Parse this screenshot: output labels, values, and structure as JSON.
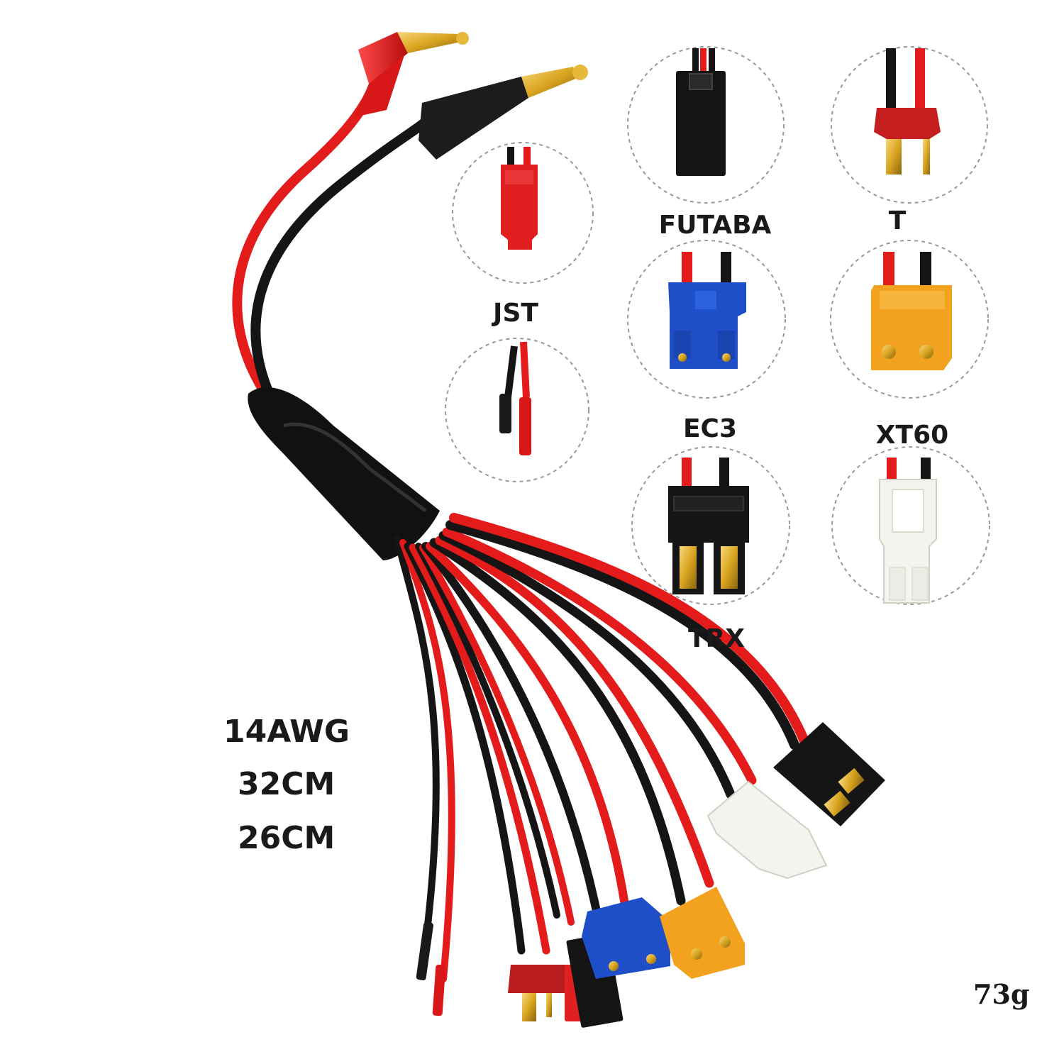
{
  "product": {
    "connectors": [
      {
        "id": "jst",
        "label": "JST",
        "housing_color": "#e02020"
      },
      {
        "id": "bare",
        "label": "",
        "housing_color": "#c01818"
      },
      {
        "id": "futaba",
        "label": "FUTABA",
        "housing_color": "#141414"
      },
      {
        "id": "t",
        "label": "T",
        "housing_color": "#c41e1e"
      },
      {
        "id": "ec3",
        "label": "EC3",
        "housing_color": "#1f4fc8"
      },
      {
        "id": "xt60",
        "label": "XT60",
        "housing_color": "#f2a21e"
      },
      {
        "id": "trx",
        "label": "TRX",
        "housing_color": "#151515"
      },
      {
        "id": "tamiya",
        "label": "",
        "housing_color": "#f4f4ee"
      }
    ],
    "specs": {
      "gauge": "14AWG",
      "length_1": "32CM",
      "length_2": "26CM"
    },
    "weight": "73g"
  },
  "colors": {
    "wire_red": "#e31b1b",
    "wire_black": "#151515",
    "gold": "#d9a520",
    "detail_circle": "#999999"
  }
}
